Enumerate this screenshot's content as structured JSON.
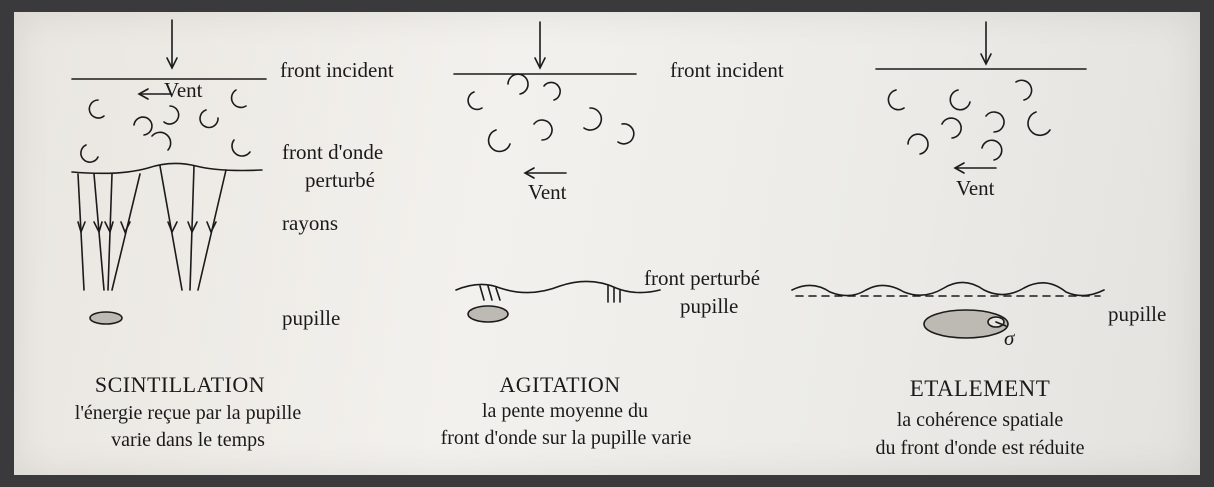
{
  "panels": [
    {
      "title": "SCINTILLATION",
      "desc_lines": [
        "l'énergie reçue par la pupille",
        "varie dans le temps"
      ],
      "wind": "Vent",
      "labels": {
        "front_incident": "front incident",
        "front_onde_1": "front d'onde",
        "front_onde_2": "perturbé",
        "rayons": "rayons",
        "pupille": "pupille"
      }
    },
    {
      "title": "AGITATION",
      "desc_lines": [
        "la pente moyenne du",
        "front d'onde sur la pupille varie"
      ],
      "wind": "Vent",
      "labels": {
        "front_incident": "front incident",
        "front_perturbe": "front perturbé",
        "pupille": "pupille"
      }
    },
    {
      "title": "ETALEMENT",
      "desc_lines": [
        "la cohérence spatiale",
        "du front d'onde est réduite"
      ],
      "wind": "Vent",
      "labels": {
        "pupille": "pupille",
        "sigma": "σ"
      }
    }
  ]
}
